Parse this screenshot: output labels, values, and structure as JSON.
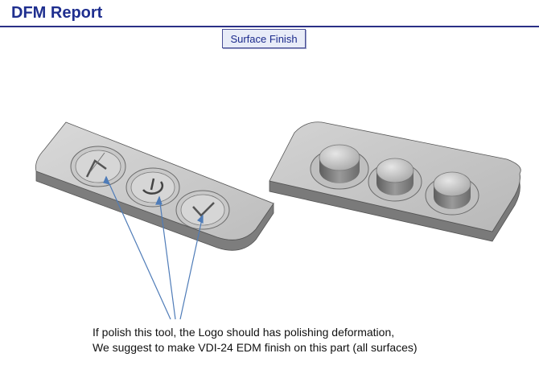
{
  "header": {
    "title": "DFM Report"
  },
  "section": {
    "tab_label": "Surface Finish"
  },
  "caption": {
    "line1": "If polish this tool, the Logo should has polishing  deformation,",
    "line2": "We suggest to make VDI-24 EDM finish on this part (all surfaces)"
  },
  "colors": {
    "title": "#1f2f8f",
    "rule": "#2a2f86",
    "callout_arrow": "#4f7cb8"
  },
  "icons": [
    "arrow-logo-icon",
    "power-logo-icon",
    "check-logo-icon"
  ]
}
